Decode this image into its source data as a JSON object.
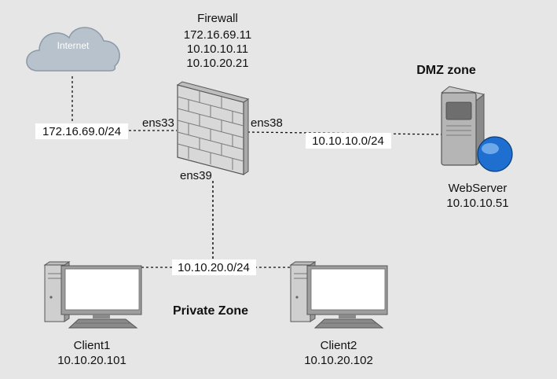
{
  "internet": {
    "label": "Internet"
  },
  "firewall": {
    "title": "Firewall",
    "ips": [
      "172.16.69.11",
      "10.10.10.11",
      "10.10.20.21"
    ],
    "interfaces": {
      "left": "ens33",
      "right": "ens38",
      "bottom": "ens39"
    }
  },
  "networks": {
    "internet_side": "172.16.69.0/24",
    "dmz": "10.10.10.0/24",
    "private": "10.10.20.0/24"
  },
  "zones": {
    "dmz": "DMZ zone",
    "private": "Private Zone"
  },
  "webserver": {
    "name": "WebServer",
    "ip": "10.10.10.51"
  },
  "clients": [
    {
      "name": "Client1",
      "ip": "10.10.20.101"
    },
    {
      "name": "Client2",
      "ip": "10.10.20.102"
    }
  ],
  "colors": {
    "background": "#e6e6e6",
    "cloud": "#b8c2cc",
    "firewall_fill": "#d8d8d8",
    "monitor_fill": "#ffffff",
    "globe": "#1e6fd0"
  },
  "icons": [
    "cloud-icon",
    "firewall-icon",
    "server-icon",
    "globe-icon",
    "computer-icon"
  ]
}
